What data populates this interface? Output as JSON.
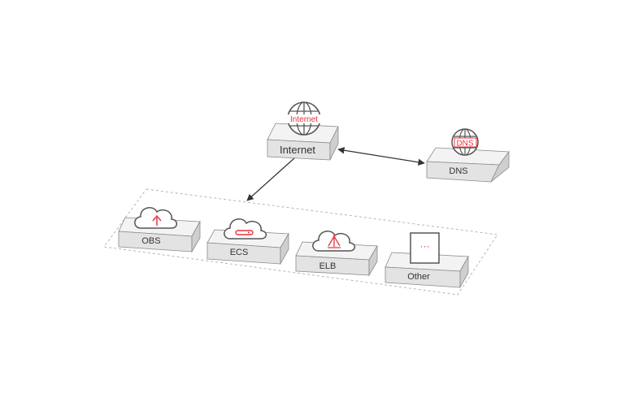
{
  "diagram": {
    "nodes": {
      "internet": {
        "label": "Internet",
        "icon": "globe-icon",
        "icon_text": "Internet"
      },
      "dns": {
        "label": "DNS",
        "icon": "globe-icon",
        "icon_text": "DNS"
      },
      "obs": {
        "label": "OBS",
        "icon": "cloud-upload-icon"
      },
      "ecs": {
        "label": "ECS",
        "icon": "cloud-server-icon"
      },
      "elb": {
        "label": "ELB",
        "icon": "cloud-balancer-icon"
      },
      "other": {
        "label": "Other",
        "icon": "more-card-icon",
        "icon_text": "···"
      }
    },
    "edges": [
      {
        "from": "internet",
        "to": "dns",
        "direction": "both"
      },
      {
        "from": "internet",
        "to": "cloud-services-group",
        "direction": "forward"
      }
    ],
    "colors": {
      "accent": "#e8343f",
      "outline": "#888888",
      "box_top": "#f3f3f3",
      "box_front": "#e2e2e2",
      "box_side": "#cfcfcf",
      "group_border": "#b5b5b5",
      "label_text": "#333333"
    }
  }
}
